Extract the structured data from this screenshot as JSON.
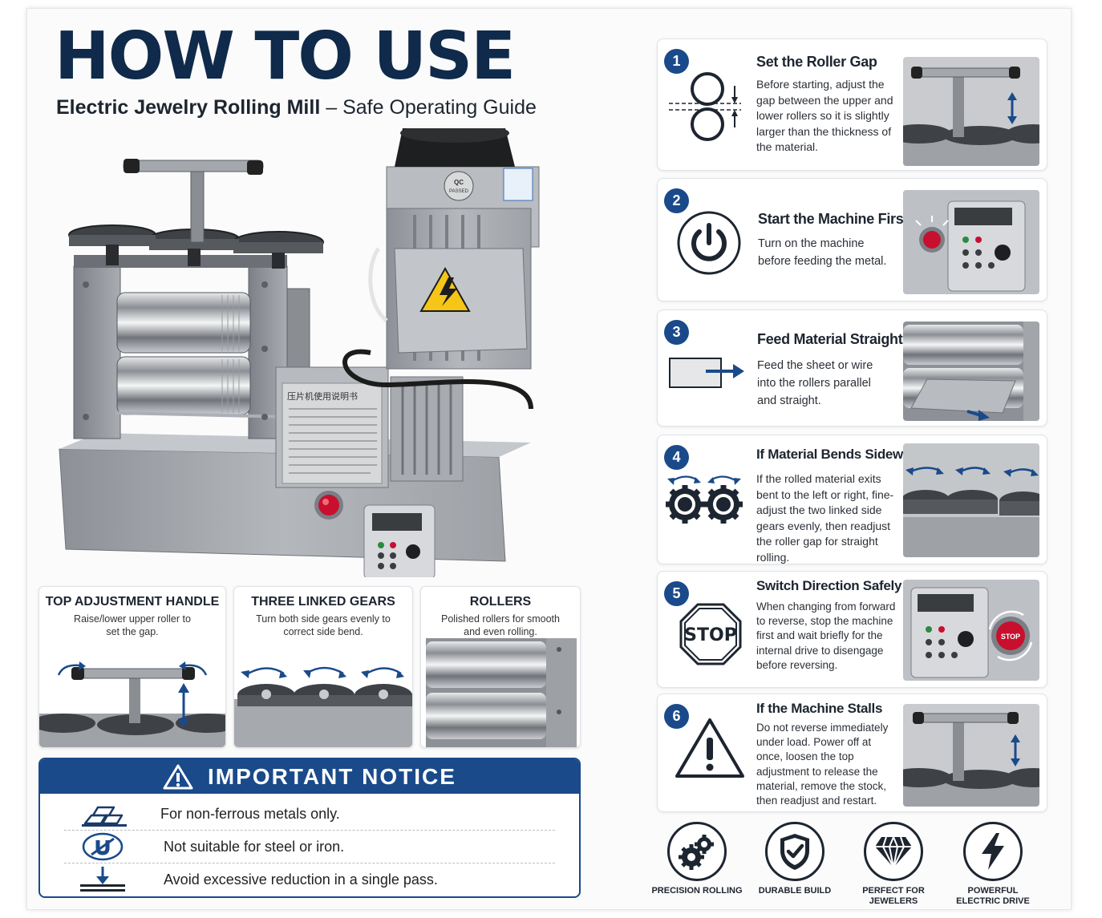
{
  "header": {
    "title": "HOW TO USE",
    "subtitle_bold": "Electric Jewelry Rolling Mill",
    "subtitle_rest": " – Safe Operating Guide"
  },
  "machine": {
    "qc_label": "QC",
    "qc_sub": "PASSED",
    "manual_title": "压片机使用说明书"
  },
  "features": [
    {
      "title": "TOP ADJUSTMENT HANDLE",
      "desc": "Raise/lower upper roller to set the gap."
    },
    {
      "title": "THREE LINKED GEARS",
      "desc": "Turn both side gears evenly to correct side bend."
    },
    {
      "title": "ROLLERS",
      "desc": "Polished rollers for smooth and even rolling."
    }
  ],
  "notice": {
    "title": "IMPORTANT NOTICE",
    "items": [
      "For non-ferrous metals only.",
      "Not suitable for steel or iron.",
      "Avoid excessive reduction in a single pass."
    ]
  },
  "steps": [
    {
      "num": "1",
      "title": "Set the Roller Gap",
      "body": "Before starting, adjust the gap between the upper and lower rollers so it is slightly larger than the thickness of the material."
    },
    {
      "num": "2",
      "title": "Start the Machine First",
      "body": "Turn on the machine before feeding the metal."
    },
    {
      "num": "3",
      "title": "Feed Material Straight",
      "body": "Feed the sheet or wire into the rollers parallel and straight."
    },
    {
      "num": "4",
      "title": "If Material Bends Sideways",
      "body": "If the rolled material exits bent to the left or right, fine-adjust the two linked side gears evenly, then readjust the roller gap for straight rolling."
    },
    {
      "num": "5",
      "title": "Switch Direction Safely",
      "body": "When changing from forward to reverse, stop the machine first and wait briefly for the internal drive to disengage before reversing."
    },
    {
      "num": "6",
      "title": "If the Machine Stalls",
      "body": "Do not reverse immediately under load. Power off at once, loosen the top adjustment to release the material, remove the stock, then readjust and restart."
    }
  ],
  "stop_sign": "STOP",
  "stop_button": "STOP",
  "badges": [
    {
      "label": "PRECISION ROLLING",
      "icon": "gears-icon"
    },
    {
      "label": "DURABLE BUILD",
      "icon": "shield-check-icon"
    },
    {
      "label": "PERFECT FOR JEWELERS",
      "icon": "diamond-icon"
    },
    {
      "label": "POWERFUL ELECTRIC DRIVE",
      "icon": "lightning-icon"
    }
  ],
  "colors": {
    "navy": "#0f2a4a",
    "accent": "#1a4a8a",
    "steel": "#9a9ea4",
    "warning": "#f5c518",
    "button_red": "#c8102e"
  }
}
